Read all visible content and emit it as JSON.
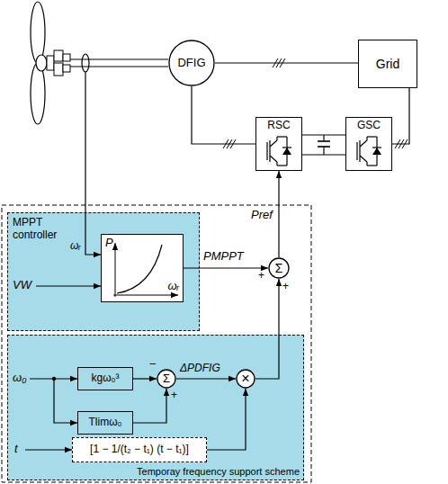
{
  "diagram": {
    "nodes": [
      {
        "text": [
          "DFIG"
        ]
      },
      {
        "text": [
          "Grid"
        ]
      },
      {
        "text": [
          "RSC"
        ]
      },
      {
        "text": [
          "GSC"
        ]
      },
      {
        "text": [
          "MPPT controller"
        ]
      },
      {
        "text": [
          "P",
          "ωᵣ"
        ],
        "in": 4
      },
      {
        "text": [
          "Σ"
        ]
      },
      {
        "text": [
          "Temporay frequency support scheme"
        ]
      },
      {
        "text": [
          "kgω₀³"
        ],
        "in": 7
      },
      {
        "text": [
          "Tlimω₀"
        ],
        "in": 7
      },
      {
        "text": [
          "Σ"
        ],
        "in": 7
      },
      {
        "text": [
          "×"
        ],
        "in": 7
      },
      {
        "text": [
          "[1 − 1/(t₂ − t₁) (t − t₁)]"
        ],
        "in": 7
      }
    ],
    "edges": [
      {
        "from": 0,
        "to": 1,
        "arrow": "none"
      },
      {
        "from": 0,
        "to": 2,
        "arrow": "none"
      },
      {
        "from": 2,
        "to": 3,
        "arrow": "none"
      },
      {
        "from": 3,
        "to": 1,
        "arrow": "none"
      },
      {
        "from": 5,
        "to": 6,
        "label": "PMPPT",
        "arrow": "to"
      },
      {
        "from": 6,
        "to": 2,
        "label": "Pref",
        "arrow": "to"
      },
      {
        "from": 11,
        "to": 6,
        "arrow": "to"
      },
      {
        "from": 8,
        "to": 10,
        "arrow": "to"
      },
      {
        "from": 9,
        "to": 10,
        "arrow": "to"
      },
      {
        "from": 10,
        "to": 11,
        "label": "ΔPDFIG",
        "arrow": "to"
      },
      {
        "from": 12,
        "to": 11,
        "arrow": "to"
      }
    ],
    "labels": [
      "ωᵣ",
      "VW",
      "+",
      "+",
      "ω₀",
      "−",
      "+",
      "t"
    ]
  }
}
